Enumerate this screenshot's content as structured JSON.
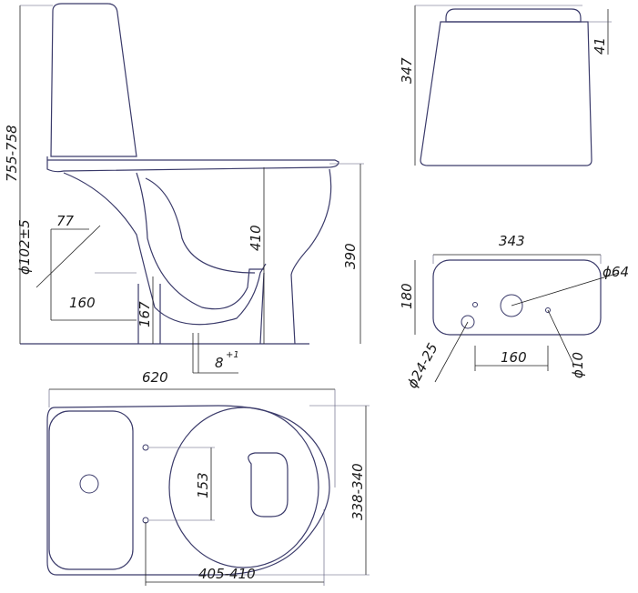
{
  "side_view": {
    "height_total": "755-758",
    "outlet_offset": "77",
    "outlet_diameter": "ϕ102±5",
    "outlet_center": "160",
    "outlet_height": "167",
    "rim_to_floor": "410",
    "bowl_height": "390",
    "flange": "8",
    "flange_tolerance": "+1"
  },
  "tank_front": {
    "height": "347",
    "lid": "41"
  },
  "tank_top": {
    "width": "343",
    "depth": "180",
    "button_diameter": "ϕ64",
    "inlet_diameter": "ϕ24-25",
    "hole_spacing": "160",
    "hole_diameter": "ϕ10"
  },
  "top_view": {
    "length": "620",
    "width": "338-340",
    "seat_holes": "153",
    "hole_to_front": "405-410"
  }
}
